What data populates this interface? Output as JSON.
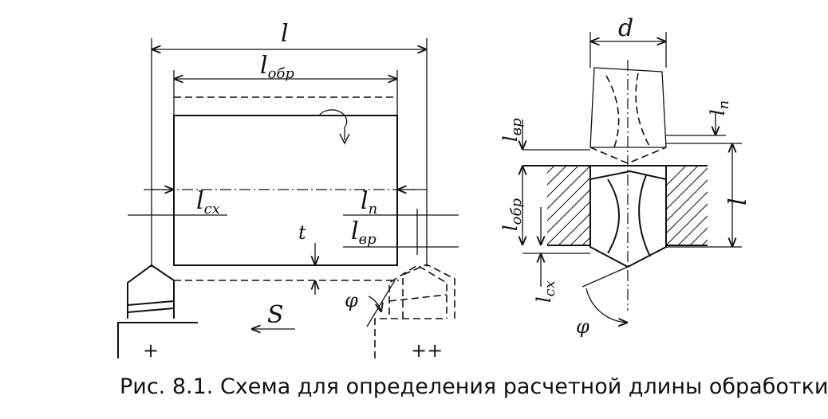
{
  "labels": {
    "l": "l",
    "l_obr": "l",
    "l_obr_sub": "обр",
    "l_cx": "l",
    "l_cx_sub": "cx",
    "l_p": "l",
    "l_p_sub": "п",
    "l_vr": "l",
    "l_vr_sub": "вр",
    "t": "t",
    "phi": "φ",
    "s": "S",
    "plus": "+",
    "plusplus": "++",
    "d": "d",
    "r_l_vr": "l",
    "r_l_vr_sub": "вр",
    "r_l_p": "l",
    "r_l_p_sub": "п",
    "r_l_obr": "l",
    "r_l_obr_sub": "обр",
    "r_l_cx": "l",
    "r_l_cx_sub": "cx",
    "r_l": "l",
    "r_phi": "φ"
  },
  "caption": "Рис. 8.1. Схема для определения расчетной длины обработки"
}
